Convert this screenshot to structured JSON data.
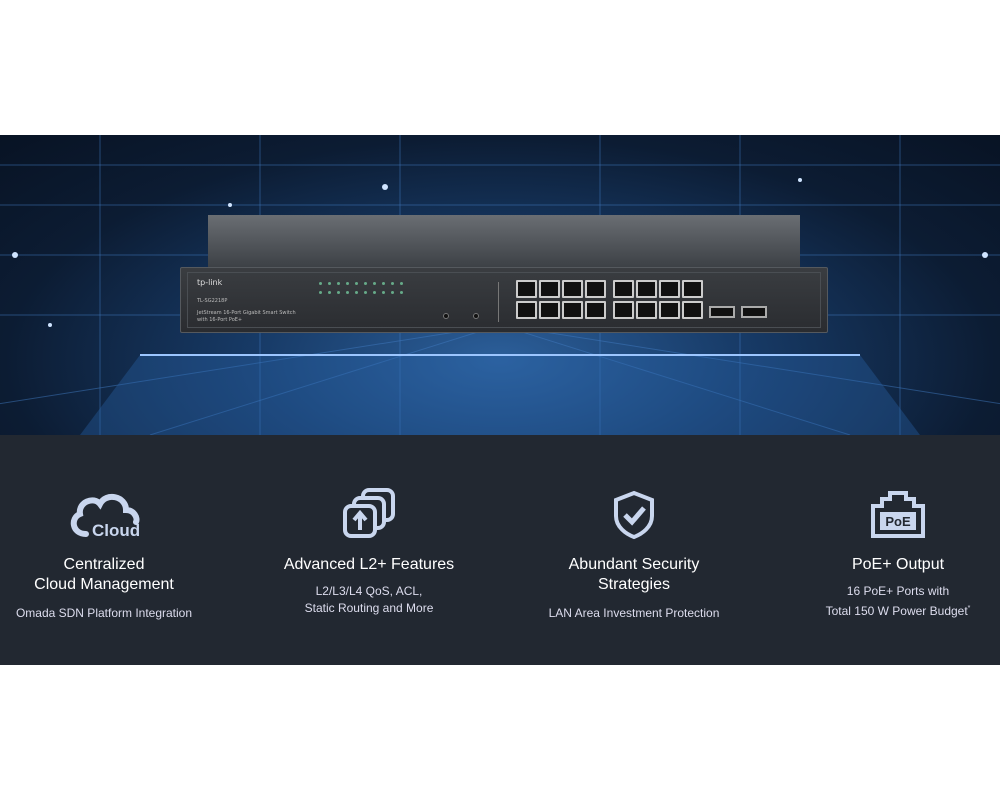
{
  "product": {
    "brand": "tp-link",
    "model": "TL-SG2218P",
    "description": "JetStream 16-Port Gigabit Smart Switch with 16-Port PoE+"
  },
  "features": [
    {
      "icon": "cloud-icon",
      "icon_text": "Cloud",
      "title_lines": [
        "Centralized",
        "Cloud Management"
      ],
      "sub_lines": [
        "Omada SDN Platform Integration"
      ]
    },
    {
      "icon": "layers-upload-icon",
      "title_lines": [
        "Advanced L2+ Features"
      ],
      "sub_lines": [
        "L2/L3/L4 QoS, ACL,",
        "Static Routing and More"
      ]
    },
    {
      "icon": "shield-check-icon",
      "title_lines": [
        "Abundant Security",
        "Strategies"
      ],
      "sub_lines": [
        "LAN Area Investment Protection"
      ]
    },
    {
      "icon": "poe-port-icon",
      "icon_text": "PoE",
      "title_lines": [
        "PoE+ Output"
      ],
      "sub_lines": [
        "16 PoE+ Ports with",
        "Total 150 W Power Budget"
      ],
      "footnote_mark": "*"
    }
  ],
  "colors": {
    "feature_bg": "#222831",
    "icon_color": "#c9d6ee",
    "banner_blue": "#173a66"
  }
}
